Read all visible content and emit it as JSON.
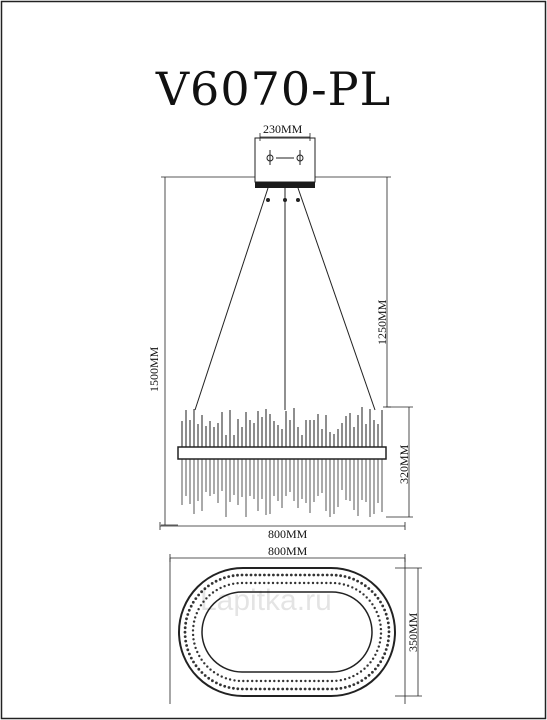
{
  "model": "V6070-PL",
  "watermark": "Lapitka.ru",
  "dimensions": {
    "canopy_width": "230MM",
    "total_height": "1500MM",
    "cable_length": "1250MM",
    "body_height": "320MM",
    "front_width": "800MM",
    "top_length": "800MM",
    "top_depth": "350MM"
  }
}
